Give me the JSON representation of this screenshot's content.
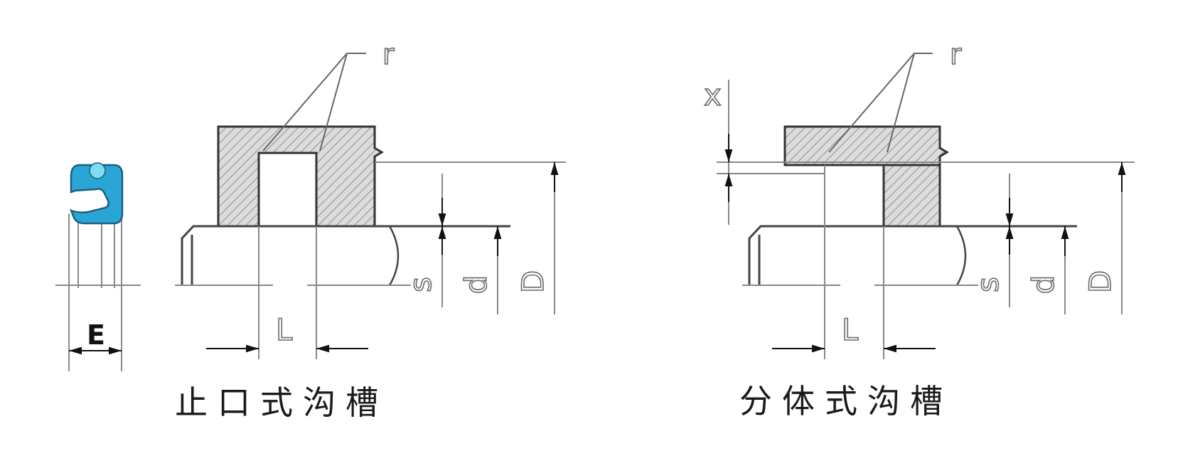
{
  "seal_profile": {
    "dimension_label": "E",
    "seal_color": "#2aa6d6",
    "seal_outline": "#1a5f80"
  },
  "groove_stepped": {
    "caption": "止口式沟槽",
    "labels": {
      "radius": "r",
      "length": "L",
      "s": "s",
      "d": "d",
      "D": "D"
    }
  },
  "groove_split": {
    "caption": "分体式沟槽",
    "labels": {
      "radius": "r",
      "length": "L",
      "s": "s",
      "d": "d",
      "D": "D",
      "x": "x"
    }
  },
  "colors": {
    "line": "#777777",
    "outline": "#333333",
    "hatch_fill": "#d8d8d8",
    "hatch_line": "#9a9a9a"
  }
}
